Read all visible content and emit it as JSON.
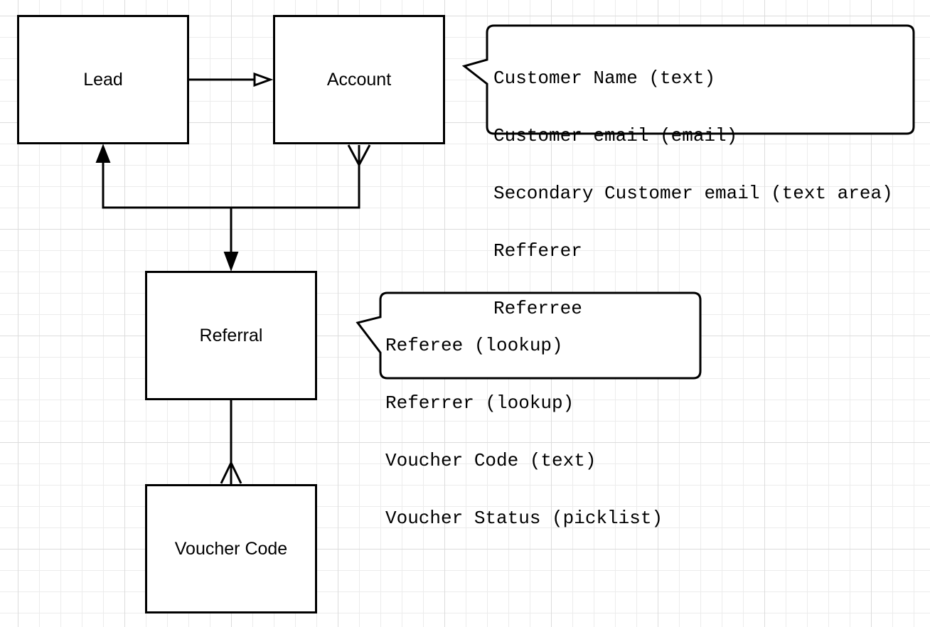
{
  "entities": {
    "lead": "Lead",
    "account": "Account",
    "referral": "Referral",
    "voucher_code": "Voucher Code"
  },
  "account_note": {
    "lines": [
      "Customer Name (text)",
      "Customer email (email)",
      "Secondary Customer email (text area)",
      "Refferer",
      "Referree"
    ]
  },
  "referral_note": {
    "lines": [
      "Referee (lookup)",
      "Referrer (lookup)",
      "Voucher Code (text)",
      "Voucher Status (picklist)"
    ]
  }
}
